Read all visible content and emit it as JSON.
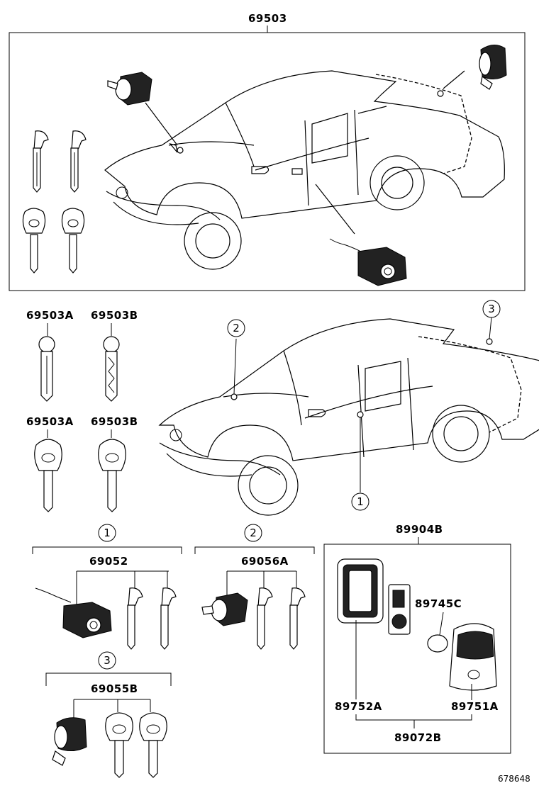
{
  "top_group": {
    "part_number": "69503"
  },
  "keys": {
    "key_a_top": "69503A",
    "key_b_top": "69503B",
    "key_a_bottom": "69503A",
    "key_b_bottom": "69503B"
  },
  "locations": {
    "loc1": "1",
    "loc2": "2",
    "loc3": "3"
  },
  "sets": {
    "set1": {
      "number": "1",
      "part_number": "69052"
    },
    "set2": {
      "number": "2",
      "part_number": "69056A"
    },
    "set3": {
      "number": "3",
      "part_number": "69055B"
    }
  },
  "smart_key": {
    "group": "89904B",
    "battery": "89745C",
    "case": "89752A",
    "key": "89751A",
    "assembly": "89072B"
  },
  "figure_id": "678648"
}
